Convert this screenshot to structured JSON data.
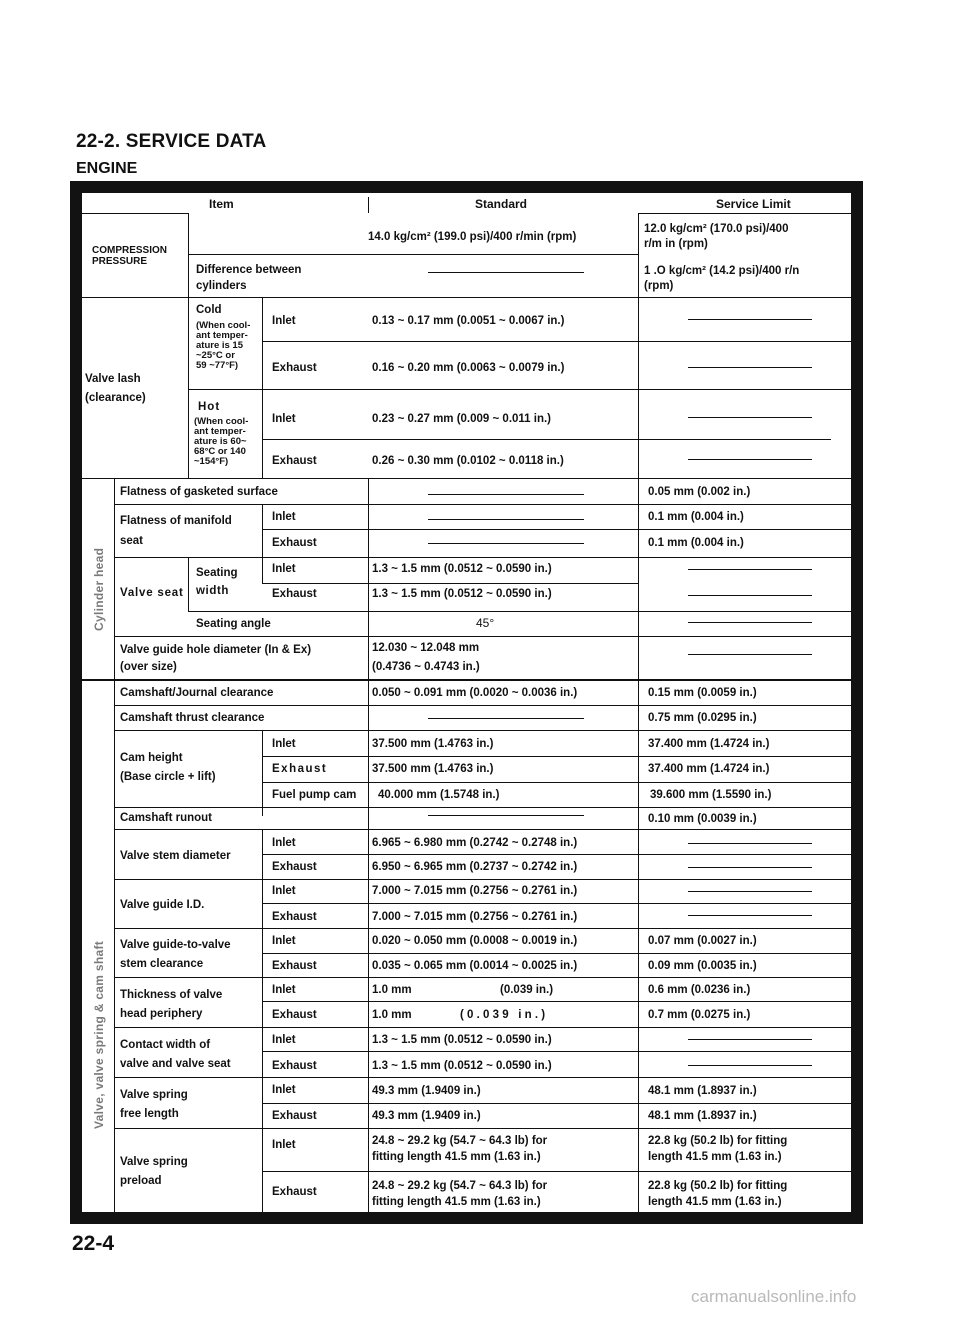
{
  "page": {
    "title": "22-2. SERVICE DATA",
    "section": "ENGINE",
    "page_number": "22-4",
    "watermark": "carmanualsonline.info"
  },
  "table": {
    "headers": {
      "item": "Item",
      "standard": "Standard",
      "limit": "Service Limit"
    },
    "gutter": {
      "cylinder_head": "Cylinder head",
      "valve": "Valve, valve spring & cam shaft"
    },
    "compression": {
      "label_1": "COMPRESSION",
      "label_2": "PRESSURE",
      "std": "14.0 kg/cm² (199.0 psi)/400 r/min (rpm)",
      "limit_1": "12.0 kg/cm² (170.0 psi)/400",
      "limit_2": "r/m in (rpm)",
      "diff_label_1": "Difference between",
      "diff_label_2": "cylinders",
      "diff_limit_1": "1 .O kg/cm² (14.2 psi)/400 r/n",
      "diff_limit_2": "(rpm)"
    },
    "valve_lash": {
      "label_1": "Valve lash",
      "label_2": "(clearance)",
      "cold": "Cold",
      "cold_note_1": "(When cool-",
      "cold_note_2": "ant temper-",
      "cold_note_3": "ature is 15",
      "cold_note_4": "~25°C or",
      "cold_note_5": "59 ~77°F)",
      "hot": "Hot",
      "hot_note_1": "(When cool-",
      "hot_note_2": "ant temper-",
      "hot_note_3": "ature is 60~",
      "hot_note_4": "68°C or 140",
      "hot_note_5": "~154°F)",
      "inlet": "Inlet",
      "exhaust": "Exhaust",
      "cold_inlet": "0.13 ~ 0.17 mm (0.0051 ~ 0.0067 in.)",
      "cold_exhaust": "0.16 ~ 0.20 mm (0.0063 ~ 0.0079 in.)",
      "hot_inlet": "0.23 ~ 0.27 mm (0.009 ~ 0.011 in.)",
      "hot_exhaust": "0.26 ~ 0.30 mm (0.0102 ~ 0.0118 in.)"
    },
    "rows": {
      "flatness_gasket": {
        "label": "Flatness of gasketed surface",
        "limit": "0.05 mm (0.002 in.)"
      },
      "flatness_manifold": {
        "label_1": "Flatness of manifold",
        "label_2": "seat",
        "inlet": "Inlet",
        "exhaust": "Exhaust",
        "inlet_limit": "0.1 mm (0.004 in.)",
        "exhaust_limit": "0.1 mm (0.004 in.)"
      },
      "valve_seat": {
        "label": "Valve seat",
        "sub_1": "Seating",
        "sub_2": "width",
        "inlet": "Inlet",
        "exhaust": "Exhaust",
        "inlet_std": "1.3 ~ 1.5 mm (0.0512 ~ 0.0590 in.)",
        "exhaust_std": "1.3 ~ 1.5 mm (0.0512 ~ 0.0590 in.)",
        "angle_label": "Seating angle",
        "angle_std": "45°"
      },
      "guide_hole": {
        "label_1": "Valve guide hole diameter (In & Ex)",
        "label_2": "(over size)",
        "std_1": "12.030 ~ 12.048 mm",
        "std_2": "(0.4736 ~ 0.4743 in.)"
      },
      "journal_clearance": {
        "label": "Camshaft/Journal clearance",
        "std": "0.050 ~ 0.091 mm (0.0020 ~ 0.0036 in.)",
        "limit": "0.15 mm (0.0059 in.)"
      },
      "thrust_clearance": {
        "label": "Camshaft thrust clearance",
        "limit": "0.75 mm (0.0295 in.)"
      },
      "cam_height": {
        "label_1": "Cam height",
        "label_2": "(Base circle + lift)",
        "inlet": "Inlet",
        "exhaust": "Exhaust",
        "fuel": "Fuel pump cam",
        "inlet_std": "37.500 mm (1.4763 in.)",
        "exhaust_std": "37.500 mm (1.4763 in.)",
        "fuel_std": "40.000 mm (1.5748 in.)",
        "inlet_limit": "37.400 mm (1.4724 in.)",
        "exhaust_limit": "37.400 mm (1.4724 in.)",
        "fuel_limit": "39.600 mm (1.5590 in.)"
      },
      "runout": {
        "label": "Camshaft runout",
        "limit": "0.10 mm (0.0039 in.)"
      },
      "stem_diameter": {
        "label": "Valve stem diameter",
        "inlet": "Inlet",
        "exhaust": "Exhaust",
        "inlet_std": "6.965 ~ 6.980 mm (0.2742 ~ 0.2748 in.)",
        "exhaust_std": "6.950 ~ 6.965 mm (0.2737 ~ 0.2742 in.)"
      },
      "guide_id": {
        "label": "Valve guide I.D.",
        "inlet": "Inlet",
        "exhaust": "Exhaust",
        "inlet_std": "7.000 ~ 7.015 mm (0.2756 ~ 0.2761 in.)",
        "exhaust_std": "7.000 ~ 7.015 mm (0.2756 ~ 0.2761 in.)"
      },
      "guide_to_stem": {
        "label_1": "Valve guide-to-valve",
        "label_2": "stem clearance",
        "inlet": "Inlet",
        "exhaust": "Exhaust",
        "inlet_std": "0.020 ~ 0.050 mm (0.0008 ~ 0.0019 in.)",
        "exhaust_std": "0.035 ~ 0.065 mm (0.0014 ~ 0.0025 in.)",
        "inlet_limit": "0.07 mm (0.0027 in.)",
        "exhaust_limit": "0.09 mm (0.0035 in.)"
      },
      "head_periphery": {
        "label_1": "Thickness of valve",
        "label_2": "head periphery",
        "inlet": "Inlet",
        "exhaust": "Exhaust",
        "inlet_std_a": "1.0 mm",
        "inlet_std_b": "(0.039 in.)",
        "exhaust_std_a": "1.0 mm",
        "exhaust_std_b": "(0.039 in.)",
        "inlet_limit": "0.6 mm (0.0236 in.)",
        "exhaust_limit": "0.7 mm (0.0275 in.)"
      },
      "contact_width": {
        "label_1": "Contact width of",
        "label_2": "valve and valve seat",
        "inlet": "Inlet",
        "exhaust": "Exhaust",
        "inlet_std": "1.3 ~ 1.5 mm (0.0512 ~ 0.0590 in.)",
        "exhaust_std": "1.3 ~ 1.5 mm (0.0512 ~ 0.0590 in.)"
      },
      "spring_length": {
        "label_1": "Valve spring",
        "label_2": "free length",
        "inlet": "Inlet",
        "exhaust": "Exhaust",
        "inlet_std": "49.3 mm (1.9409 in.)",
        "exhaust_std": "49.3 mm (1.9409 in.)",
        "inlet_limit": "48.1 mm (1.8937 in.)",
        "exhaust_limit": "48.1 mm (1.8937 in.)"
      },
      "spring_preload": {
        "label_1": "Valve spring",
        "label_2": "preload",
        "inlet": "Inlet",
        "exhaust": "Exhaust",
        "inlet_std_1": "24.8 ~ 29.2 kg (54.7 ~ 64.3 lb) for",
        "inlet_std_2": "fitting length 41.5 mm (1.63 in.)",
        "exhaust_std_1": "24.8 ~ 29.2 kg (54.7 ~ 64.3 lb) for",
        "exhaust_std_2": "fitting length 41.5 mm (1.63 in.)",
        "inlet_limit_1": "22.8 kg (50.2 lb) for fitting",
        "inlet_limit_2": "length 41.5 mm (1.63 in.)",
        "exhaust_limit_1": "22.8 kg (50.2 lb) for fitting",
        "exhaust_limit_2": "length 41.5 mm (1.63 in.)"
      }
    }
  }
}
